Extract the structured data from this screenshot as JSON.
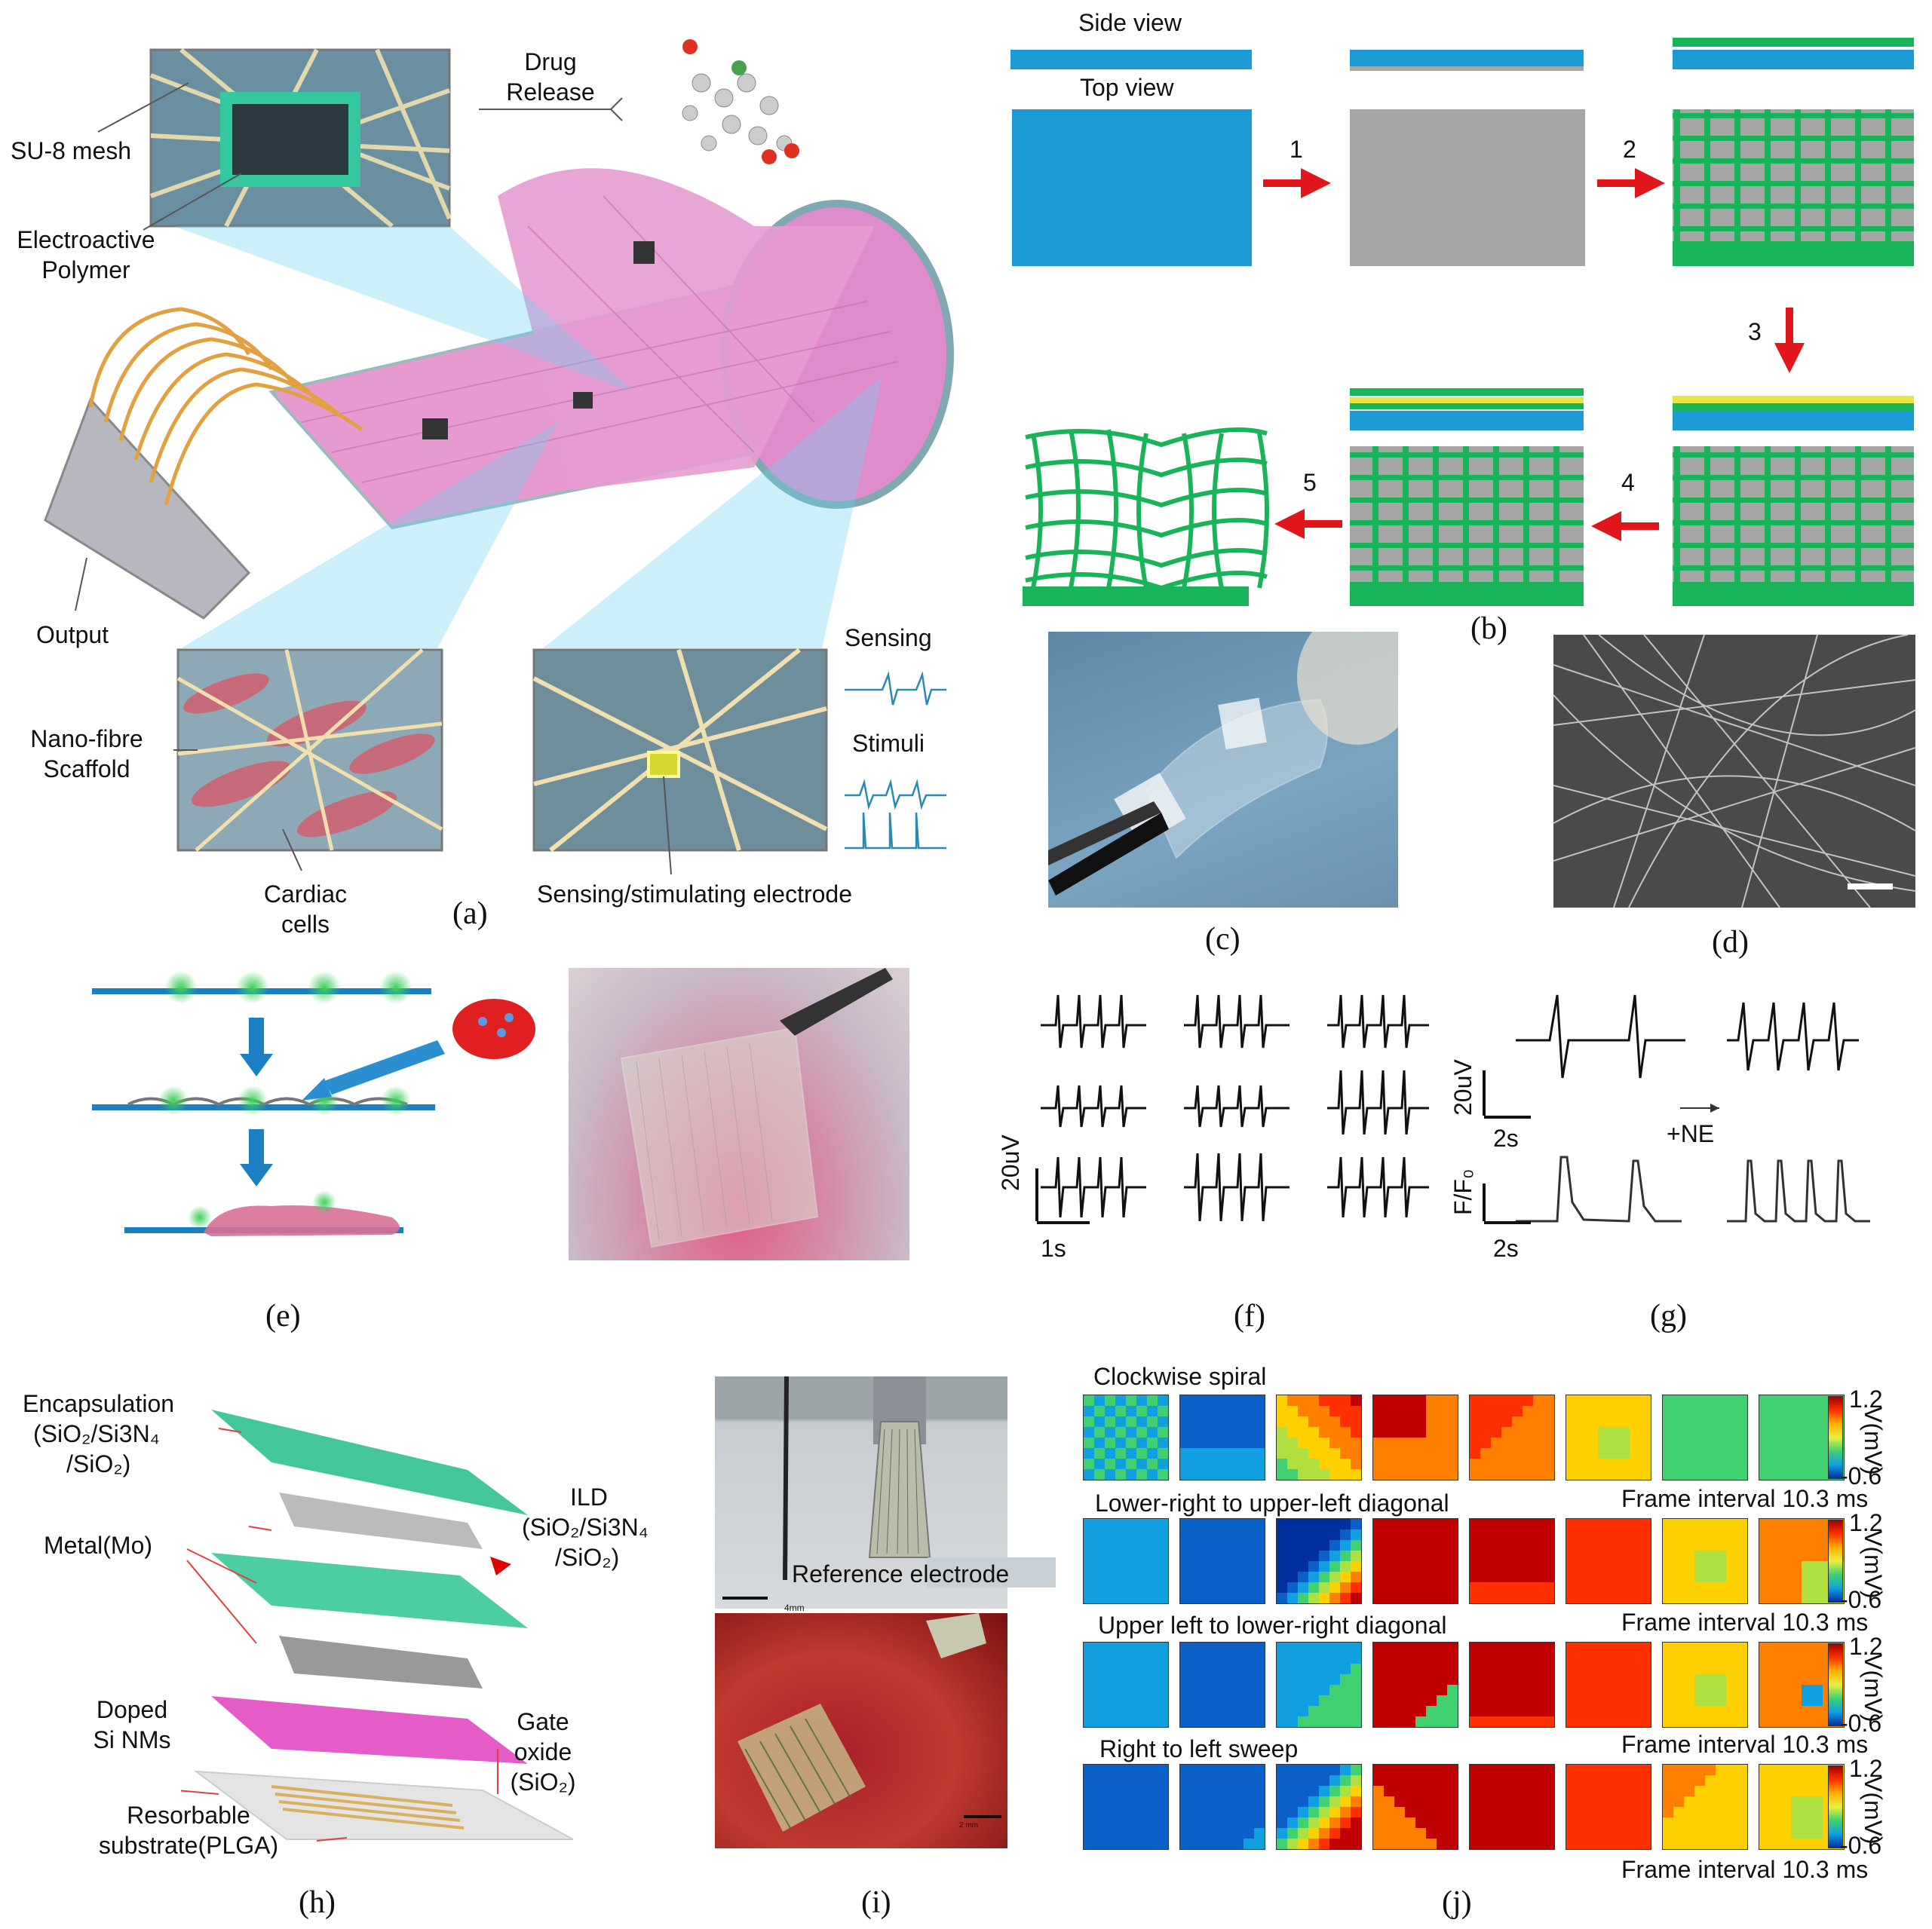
{
  "panel_a": {
    "letter": "(a)",
    "su8": "SU-8 mesh",
    "electroactive": "Electroactive",
    "polymer": "Polymer",
    "drug": "Drug",
    "release": "Release",
    "output": "Output",
    "nanofibre": "Nano-fibre",
    "scaffold": "Scaffold",
    "cardiac": "Cardiac",
    "cells": "cells",
    "sensing": "Sensing",
    "stimuli": "Stimuli",
    "electrode": "Sensing/stimulating electrode"
  },
  "panel_b": {
    "letter": "(b)",
    "side_view": "Side view",
    "top_view": "Top view",
    "steps": [
      "1",
      "2",
      "3",
      "4",
      "5"
    ]
  },
  "panel_c": {
    "letter": "(c)"
  },
  "panel_d": {
    "letter": "(d)"
  },
  "panel_e": {
    "letter": "(e)"
  },
  "panel_f": {
    "letter": "(f)",
    "scale_v": "20uV",
    "scale_t": "1s"
  },
  "panel_g": {
    "letter": "(g)",
    "scale_v": "20uV",
    "scale_t1": "2s",
    "ne": "+NE",
    "ff0": "F/F₀",
    "scale_t2": "2s"
  },
  "panel_h": {
    "letter": "(h)",
    "encapsulation": "Encapsulation",
    "enc_mat1": "(SiO₂/Si3N₄",
    "enc_mat2": "/SiO₂)",
    "ild": "ILD",
    "ild_mat1": "(SiO₂/Si3N₄",
    "ild_mat2": "/SiO₂)",
    "metal": "Metal(Mo)",
    "doped": "Doped",
    "si_nms": "Si NMs",
    "gate": "Gate",
    "oxide": "oxide",
    "gate_mat": "(SiO₂)",
    "resorbable": "Resorbable",
    "substrate": "substrate(PLGA)"
  },
  "panel_i": {
    "letter": "(i)",
    "ref_electrode": "Reference electrode",
    "scale1": "4mm",
    "scale2": "2 mm"
  },
  "panel_j": {
    "letter": "(j)",
    "rows": [
      {
        "title": "Clockwise spiral",
        "frame_interval": ""
      },
      {
        "title": "Lower-right to upper-left diagonal",
        "frame_interval": "Frame interval 10.3 ms"
      },
      {
        "title": "Upper left to lower-right diagonal",
        "frame_interval": "Frame interval 10.3 ms"
      },
      {
        "title": "Right to left sweep",
        "frame_interval": "Frame interval 10.3 ms"
      }
    ],
    "last_interval": "Frame interval 10.3 ms",
    "cbar_max": "1.2",
    "cbar_min": "-0.6",
    "cbar_unit": "V(mV)"
  },
  "colors": {
    "blue": "#1b9ad6",
    "gray": "#a6a6a6",
    "green": "#19b45a",
    "arrow": "#e0161b"
  }
}
